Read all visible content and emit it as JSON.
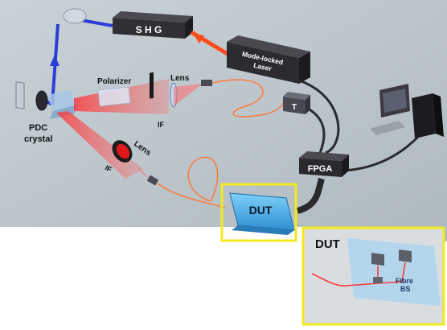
{
  "labels": {
    "shg": "S H G",
    "laser_line1": "Mode-locked",
    "laser_line2": "Laser",
    "polarizer": "Polarizer",
    "lens_top": "Lens",
    "if_top": "IF",
    "pdc_line1": "PDC",
    "pdc_line2": "crystal",
    "lens_bottom": "Lens",
    "if_bottom": "IF",
    "t_box": "T",
    "fpga": "FPGA",
    "dut_box": "DUT",
    "inset_title": "DUT",
    "fibre_line1": "Fibre",
    "fibre_line2": "BS"
  },
  "colors": {
    "table": "#b8c3c9",
    "device_dark": "#2a2a2c",
    "pump_beam": "#2d3cd8",
    "laser_beam": "#ff4a1a",
    "fiber": "#ff7a3a",
    "highlight_frame": "#f2ea1e",
    "dut_blue": "#4aaae6"
  }
}
